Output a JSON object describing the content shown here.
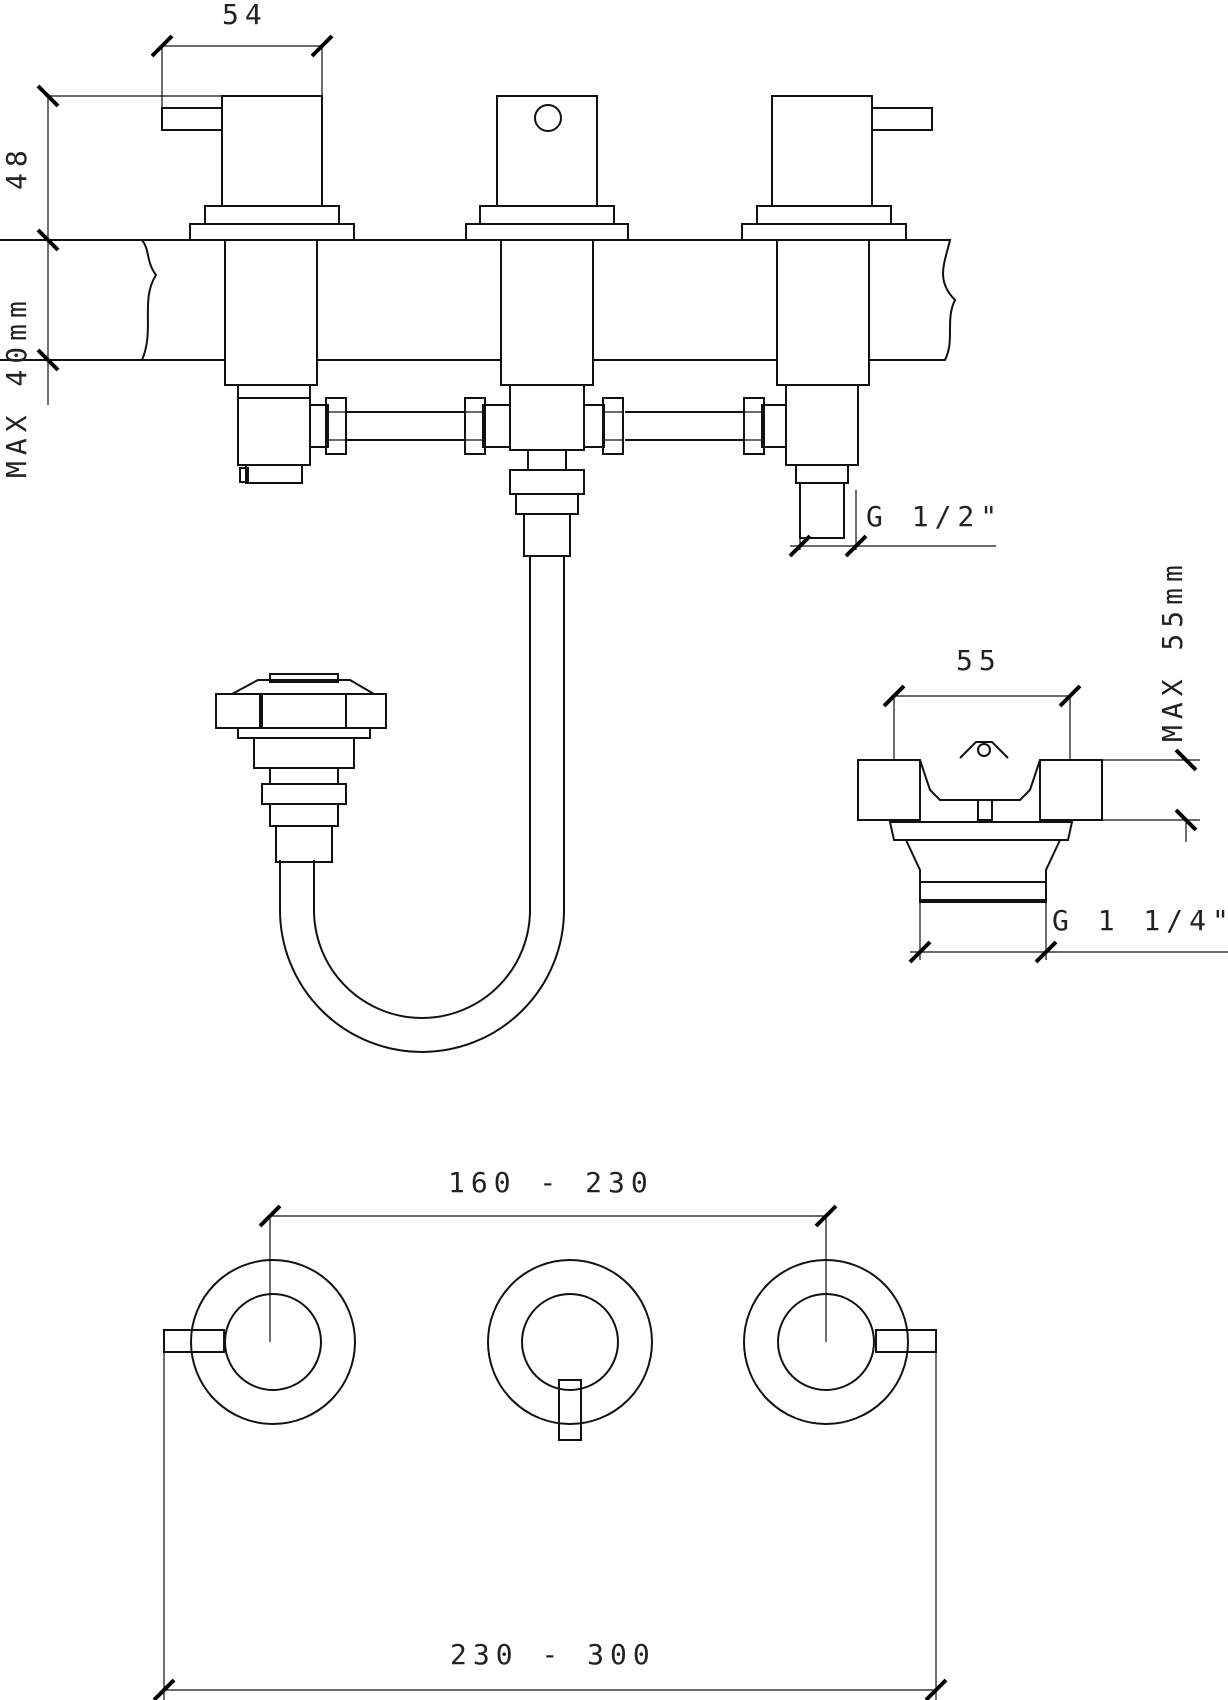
{
  "dimensions": {
    "handle_width": "54",
    "handle_height": "48",
    "max_deck_thickness_top": "MAX 40mm",
    "inlet_thread": "G 1/2\"",
    "waste_width": "55",
    "max_deck_thickness_waste": "MAX 55mm",
    "waste_thread": "G 1 1/4\"",
    "handle_spacing": "160 - 230",
    "overall_width": "230 - 300"
  }
}
